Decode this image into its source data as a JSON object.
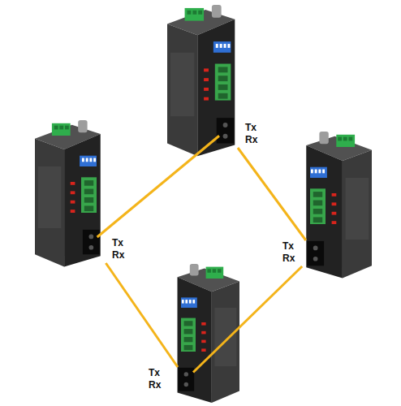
{
  "diagram": {
    "nodes": [
      {
        "text": [
          "Tx",
          "Rx"
        ]
      },
      {
        "text": [
          "Tx",
          "Rx"
        ]
      },
      {
        "text": [
          "Tx",
          "Rx"
        ]
      },
      {
        "text": [
          "Tx",
          "Rx"
        ]
      }
    ],
    "edges": [
      {
        "from": 0,
        "to": 1,
        "arrow": "none"
      },
      {
        "from": 0,
        "to": 2,
        "arrow": "none"
      },
      {
        "from": 1,
        "to": 3,
        "arrow": "none"
      },
      {
        "from": 2,
        "to": 3,
        "arrow": "none"
      }
    ]
  }
}
